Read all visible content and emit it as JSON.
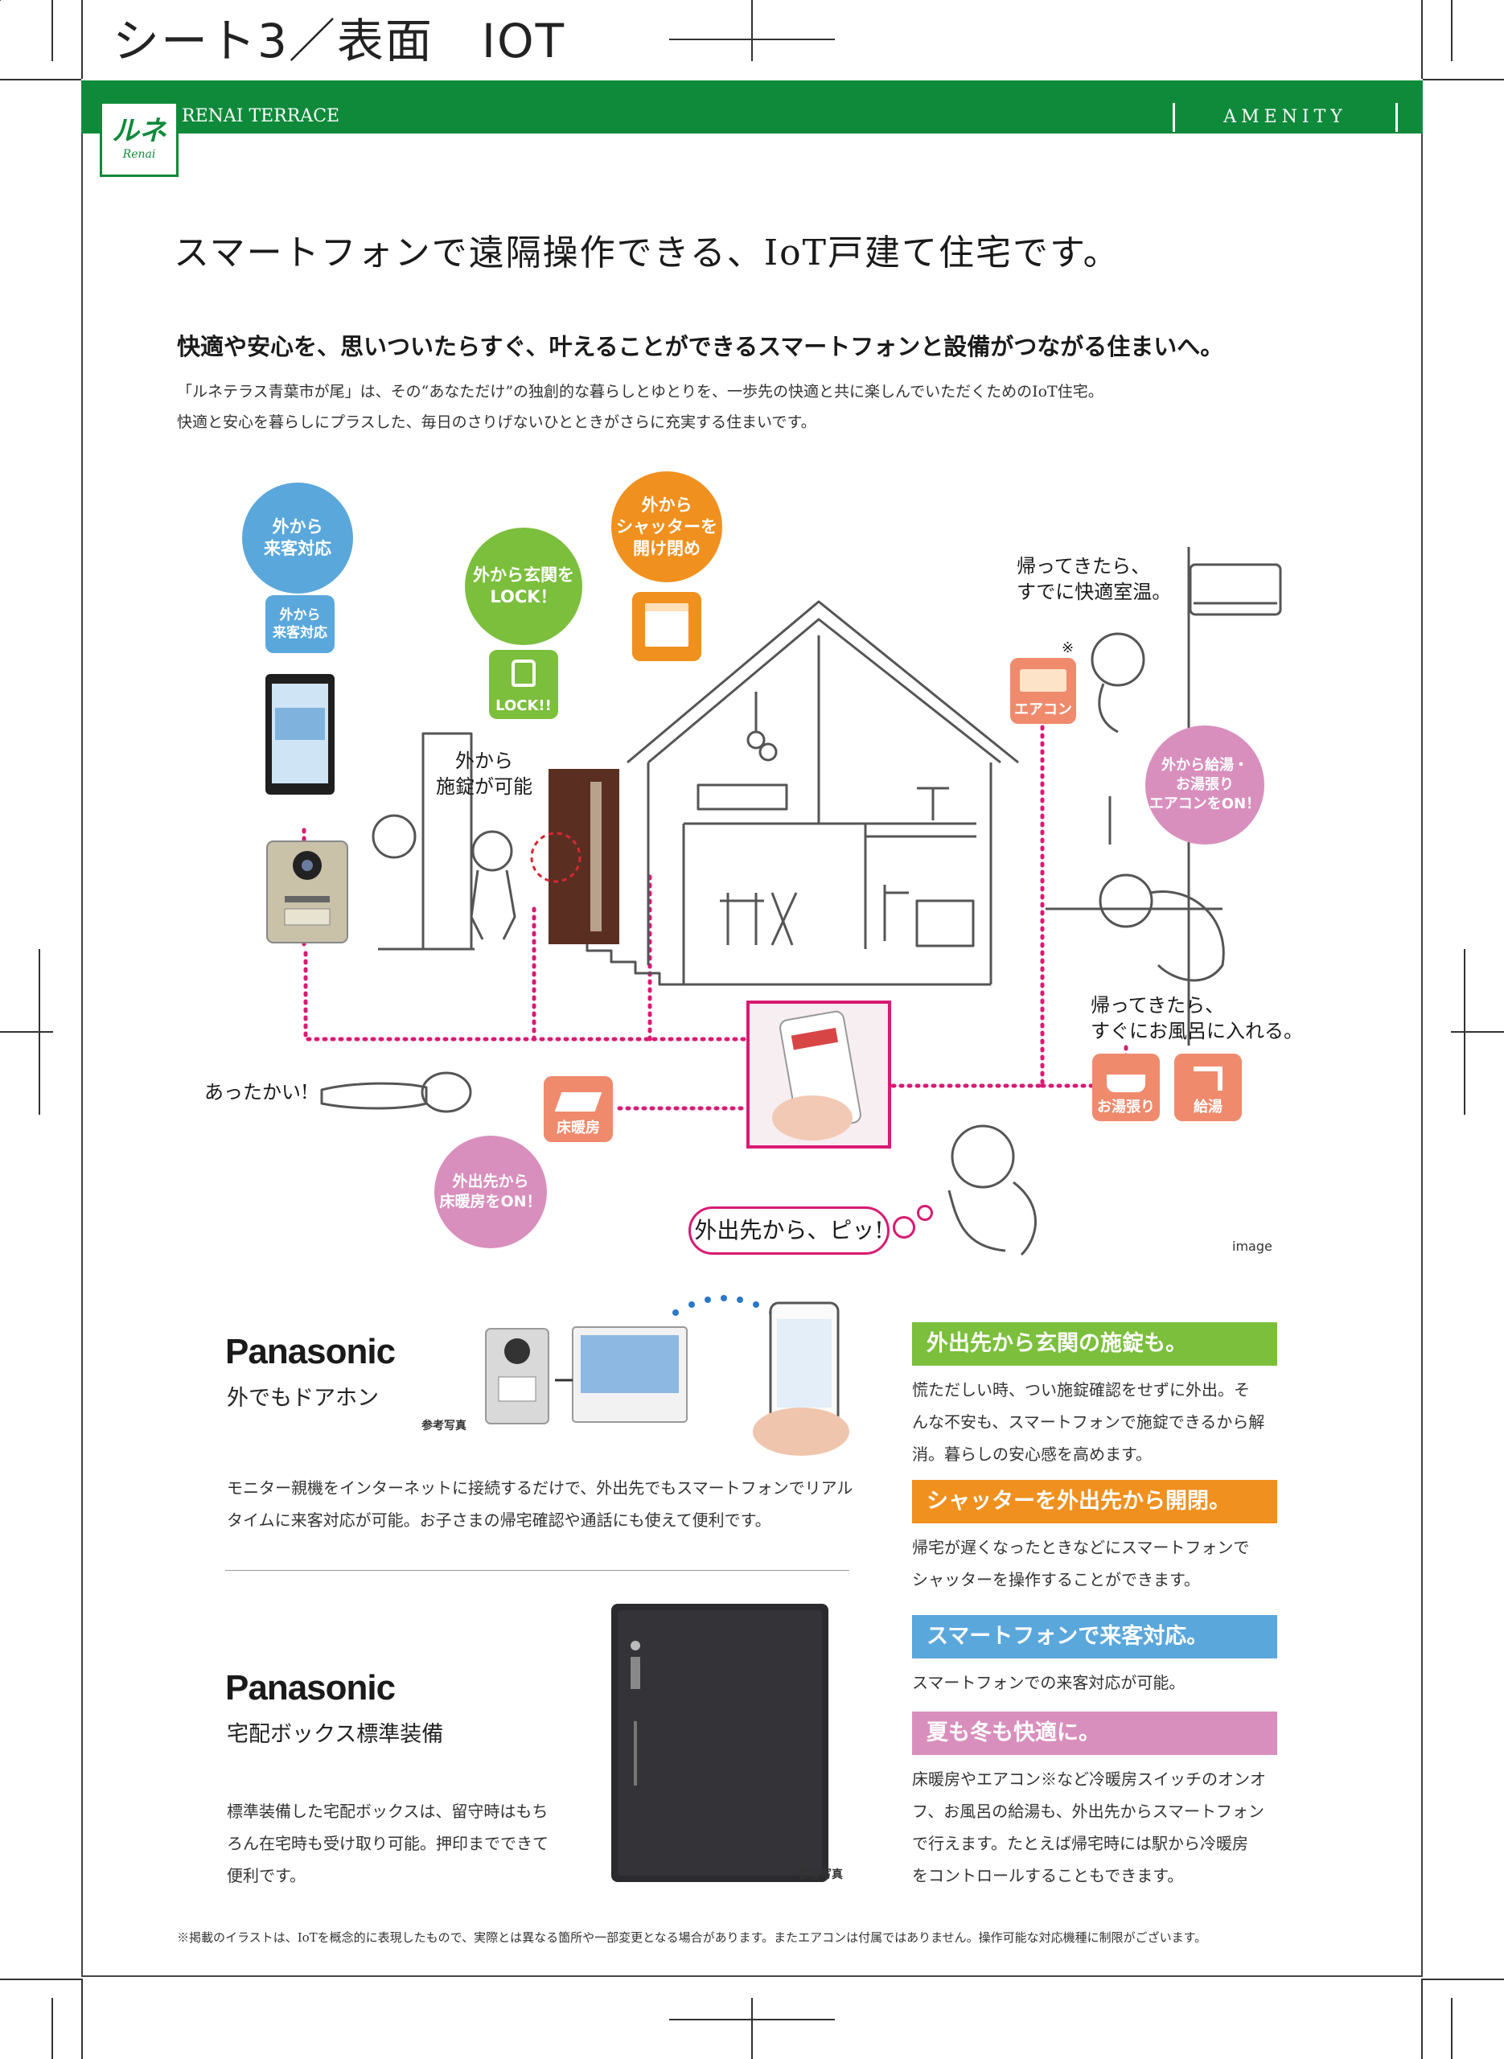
{
  "sheet_title": "シート3／表面　IOT",
  "header": {
    "brand": "RENAI TERRACE",
    "section": "AMENITY",
    "logo_text": "ルネ",
    "logo_sub": "Renai"
  },
  "main_title": "スマートフォンで遠隔操作できる、IoT戸建て住宅です。",
  "sub_title": "快適や安心を、思いついたらすぐ、叶えることができるスマートフォンと設備がつながる住まいへ。",
  "intro": [
    "「ルネテラス青葉市が尾」は、その“あなただけ”の独創的な暮らしとゆとりを、一歩先の快適と共に楽しんでいただくためのIoT住宅。",
    "快適と安心を暮らしにプラスした、毎日のさりげないひとときがさらに充実する住まいです。"
  ],
  "diagram": {
    "bubbles": {
      "visitor": "外から\n来客対応",
      "lock": "外から玄関を\nLOCK！",
      "shutter": "外から\nシャッターを\n開け閉め",
      "bath": "外から給湯・\nお湯張り\nエアコンをON！",
      "floor": "外出先から\n床暖房をON！"
    },
    "tiles": {
      "visitor": "外から\n来客対応",
      "lock": "LOCK!!",
      "aircon": "エアコン",
      "floor_heat": "床暖房",
      "bath_fill": "お湯張り",
      "hot_water": "給湯"
    },
    "notes": {
      "door": "外から\n施錠が可能",
      "aircon": "帰ってきたら、\nすでに快適室温。",
      "bath": "帰ってきたら、\nすぐにお風呂に入れる。",
      "warm": "あったかい!",
      "asterisk": "※"
    },
    "pill": "外出先から、ピッ!",
    "image_label": "image",
    "colors": {
      "blue": "#5aa7dc",
      "green": "#7bbf3c",
      "orange": "#f0901e",
      "pink": "#d98fbd",
      "coral": "#ef8a6d",
      "magenta": "#d81b73"
    }
  },
  "products": [
    {
      "brand": "Panasonic",
      "name": "外でもドアホン",
      "ref": "参考写真",
      "desc": [
        "モニター親機をインターネットに接続するだけで、外出先でもスマートフォンでリアル",
        "タイムに来客対応が可能。お子さまの帰宅確認や通話にも使えて便利です。"
      ]
    },
    {
      "brand": "Panasonic",
      "name": "宅配ボックス標準装備",
      "ref": "参考写真",
      "desc": [
        "標準装備した宅配ボックスは、留守時はもち",
        "ろん在宅時も受け取り可能。押印までできて",
        "便利です。"
      ]
    }
  ],
  "features": [
    {
      "title": "外出先から玄関の施錠も。",
      "color": "#7bbf3c",
      "body": [
        "慌ただしい時、つい施錠確認をせずに外出。そ",
        "んな不安も、スマートフォンで施錠できるから解",
        "消。暮らしの安心感を高めます。"
      ]
    },
    {
      "title": "シャッターを外出先から開閉。",
      "color": "#f0901e",
      "body": [
        "帰宅が遅くなったときなどにスマートフォンで",
        "シャッターを操作することができます。"
      ]
    },
    {
      "title": "スマートフォンで来客対応。",
      "color": "#5aa7dc",
      "body": [
        "スマートフォンでの来客対応が可能。"
      ]
    },
    {
      "title": "夏も冬も快適に。",
      "color": "#d98fbd",
      "body": [
        "床暖房やエアコン※など冷暖房スイッチのオンオ",
        "フ、お風呂の給湯も、外出先からスマートフォン",
        "で行えます。たとえば帰宅時には駅から冷暖房",
        "をコントロールすることもできます。"
      ]
    }
  ],
  "footnote": "※掲載のイラストは、IoTを概念的に表現したもので、実際とは異なる箇所や一部変更となる場合があります。またエアコンは付属ではありません。操作可能な対応機種に制限がございます。"
}
